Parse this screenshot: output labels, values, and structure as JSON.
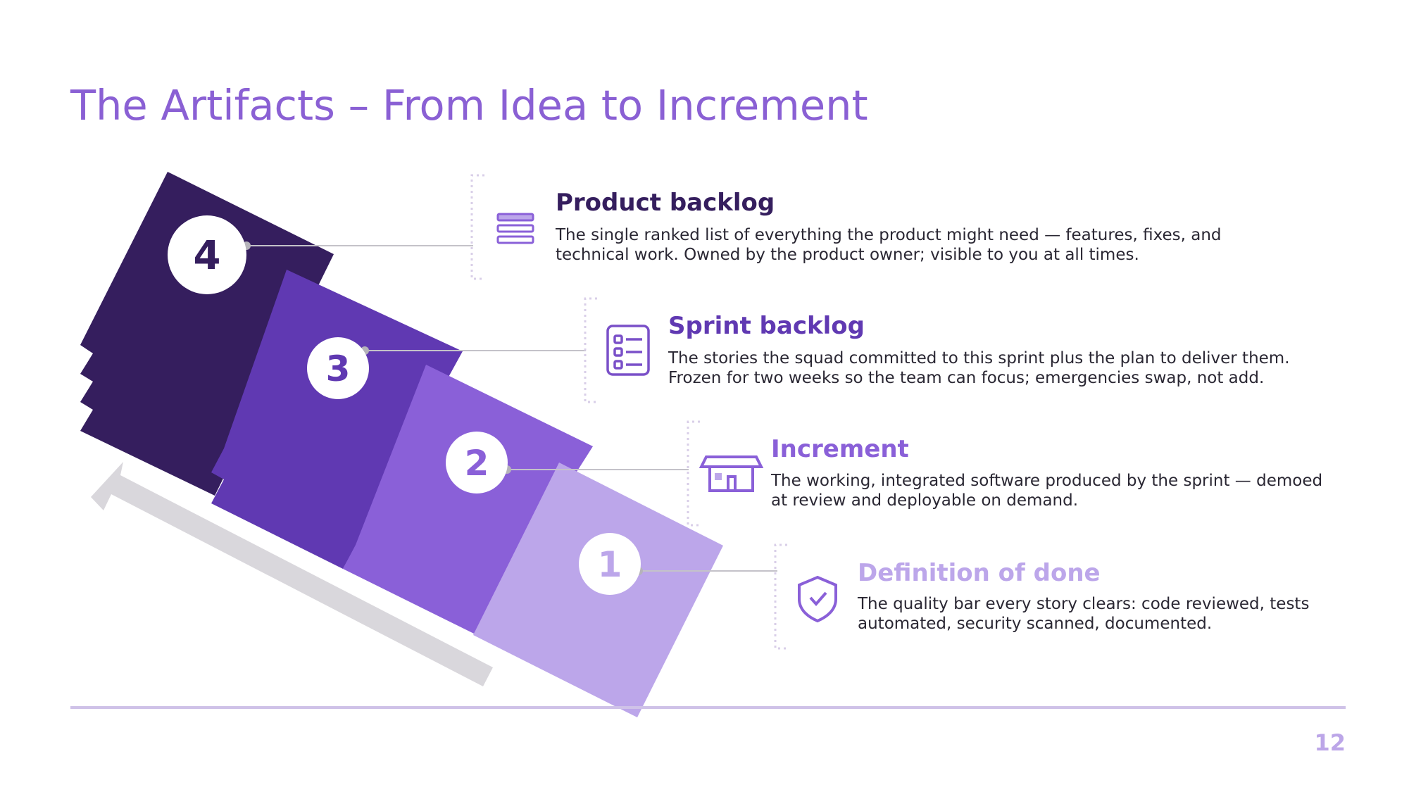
{
  "title": "The Artifacts – From Idea to Increment",
  "page_number": "12",
  "colors": {
    "step_4": "#351e5e",
    "step_3": "#6039b2",
    "step_2": "#8a60d8",
    "step_1": "#bca6ea",
    "arrow": "#d9d7dc",
    "footer_line": "#cfc2e8"
  },
  "artifacts": [
    {
      "number": "4",
      "heading": "Product backlog",
      "heading_color": "#351e5e",
      "icon": "stack-layers-icon",
      "description": [
        "The single ranked list of everything the product might need — features, fixes, and",
        "technical work. Owned by the product owner; visible to you at all times."
      ]
    },
    {
      "number": "3",
      "heading": "Sprint backlog",
      "heading_color": "#6039b2",
      "icon": "checklist-icon",
      "description": [
        "The stories the squad committed to this sprint plus the plan to deliver them.",
        "Frozen for two weeks so the team can focus; emergencies swap, not add."
      ]
    },
    {
      "number": "2",
      "heading": "Increment",
      "heading_color": "#8a60d8",
      "icon": "storefront-icon",
      "description": [
        "The working, integrated software produced by the sprint — demoed",
        "at review and deployable on demand."
      ]
    },
    {
      "number": "1",
      "heading": "Definition of done",
      "heading_color": "#bca6ea",
      "icon": "shield-check-icon",
      "description": [
        "The quality bar every story clears: code reviewed, tests",
        "automated, security scanned, documented."
      ]
    }
  ]
}
